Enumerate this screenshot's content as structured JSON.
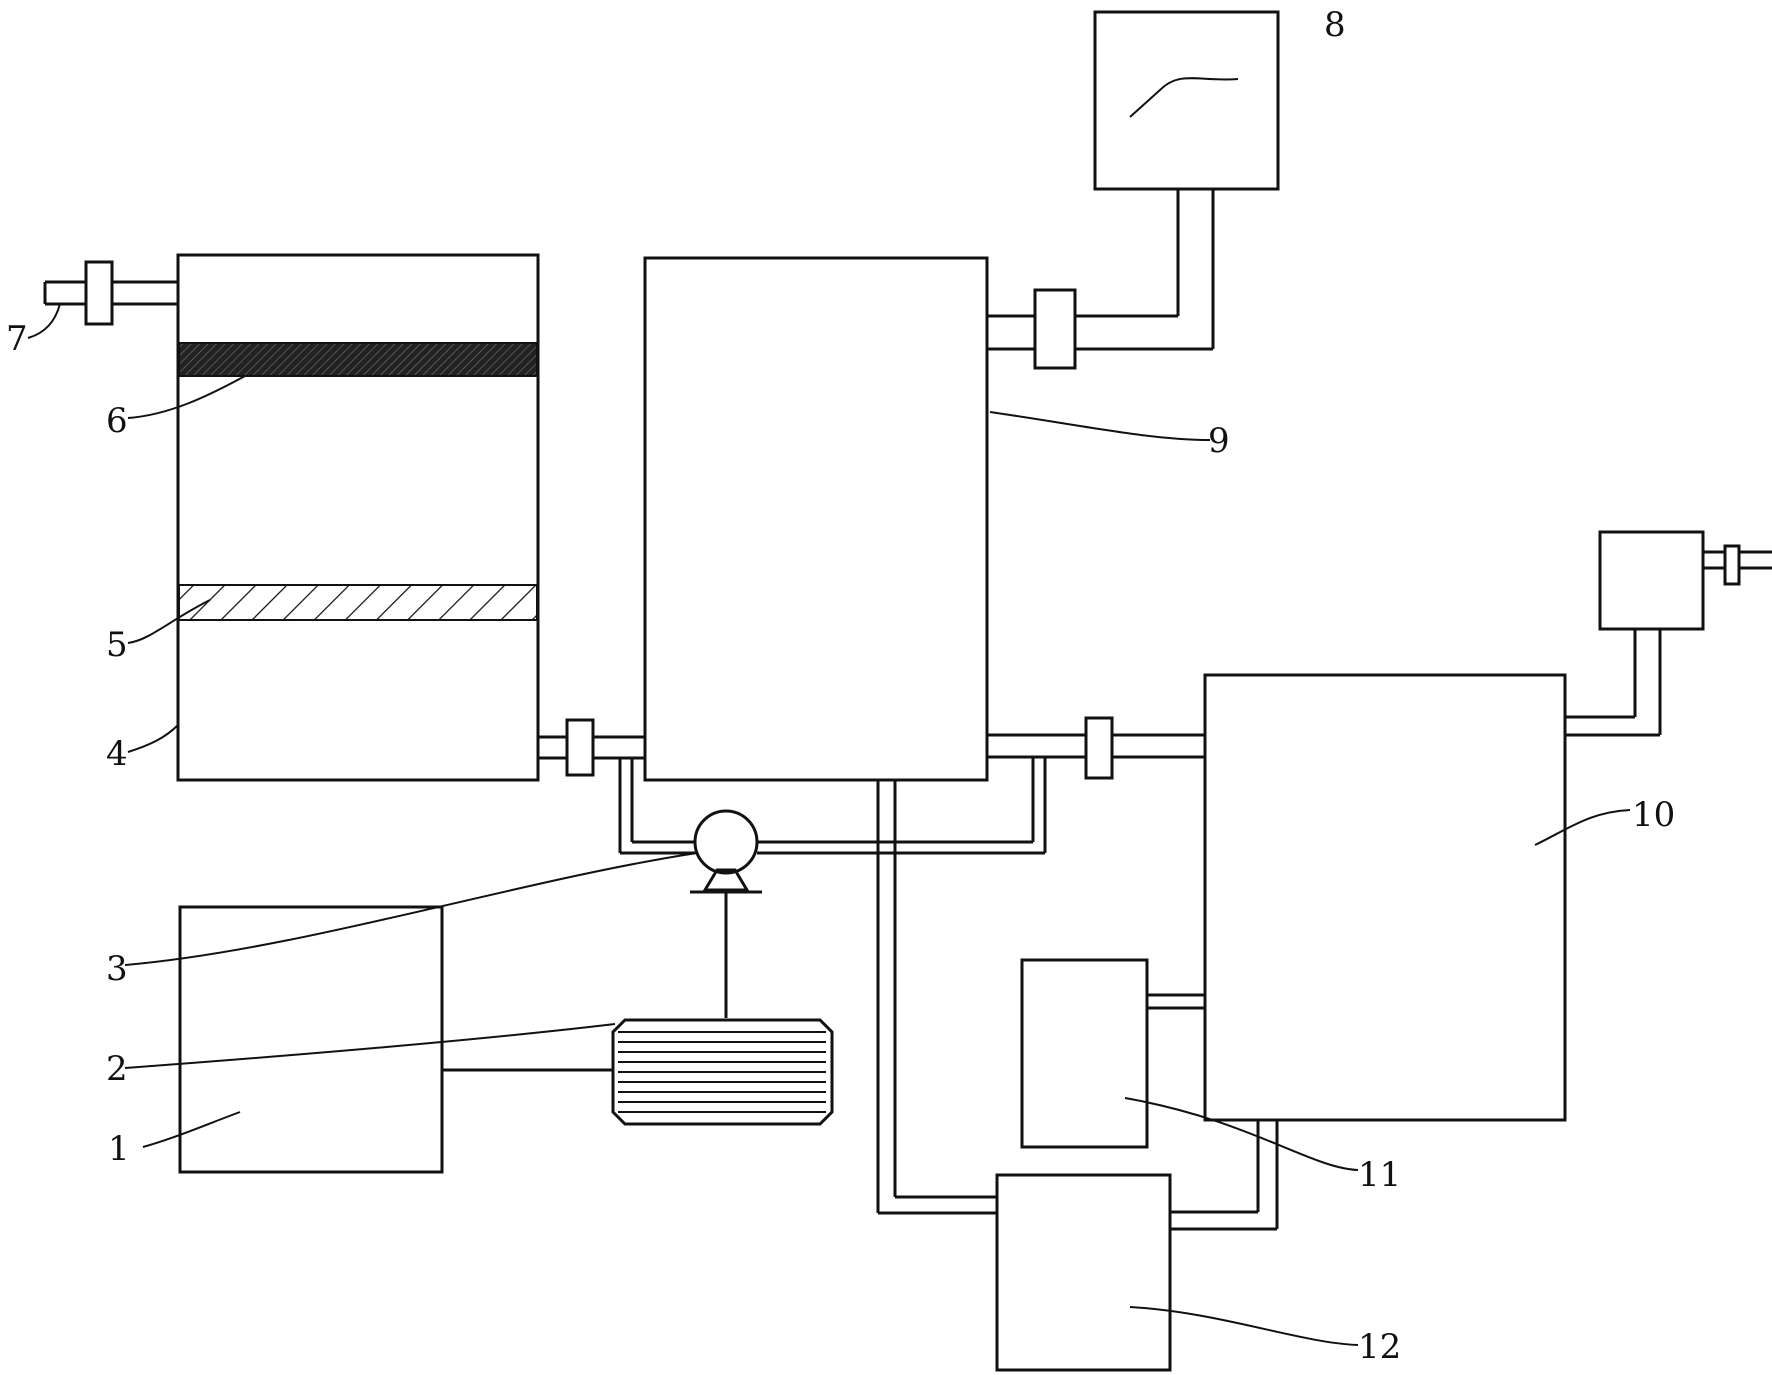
{
  "figure": {
    "type": "process schematic (patent line drawing)",
    "components": [
      {
        "id": 1,
        "label": "1"
      },
      {
        "id": 2,
        "label": "2"
      },
      {
        "id": 3,
        "label": "3"
      },
      {
        "id": 4,
        "label": "4"
      },
      {
        "id": 5,
        "label": "5"
      },
      {
        "id": 6,
        "label": "6"
      },
      {
        "id": 7,
        "label": "7"
      },
      {
        "id": 8,
        "label": "8"
      },
      {
        "id": 9,
        "label": "9"
      },
      {
        "id": 10,
        "label": "10"
      },
      {
        "id": 11,
        "label": "11"
      },
      {
        "id": 12,
        "label": "12"
      }
    ]
  },
  "colors": {
    "line": "#111111",
    "background": "#ffffff"
  }
}
